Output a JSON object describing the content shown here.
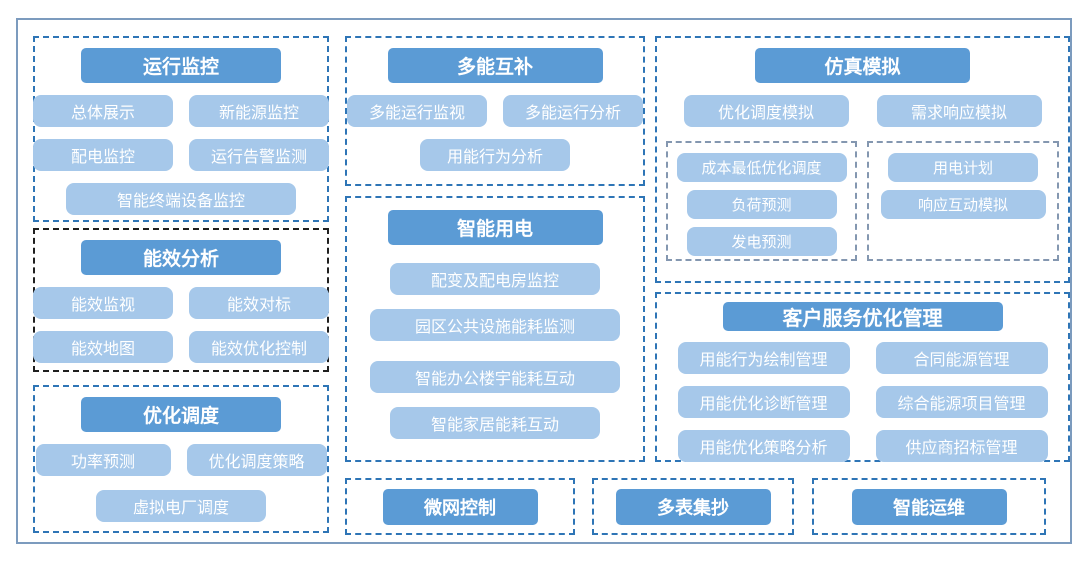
{
  "colors": {
    "header_bg": "#5b9bd5",
    "item_bg": "#a6c8ea",
    "group_border_blue": "#2e75b6",
    "group_border_black": "#1f1f1f",
    "subgroup_border": "#8497b0",
    "frame_border": "#7c9bbe",
    "button_text": "#ffffff"
  },
  "groups": {
    "op_monitor": {
      "title": "运行监控",
      "items": [
        "总体展示",
        "新能源监控",
        "配电监控",
        "运行告警监测",
        "智能终端设备监控"
      ]
    },
    "energy_eff": {
      "title": "能效分析",
      "items": [
        "能效监视",
        "能效对标",
        "能效地图",
        "能效优化控制"
      ]
    },
    "opt_dispatch": {
      "title": "优化调度",
      "items": [
        "功率预测",
        "优化调度策略",
        "虚拟电厂调度"
      ]
    },
    "multi_energy": {
      "title": "多能互补",
      "items": [
        "多能运行监视",
        "多能运行分析",
        "用能行为分析"
      ]
    },
    "smart_power": {
      "title": "智能用电",
      "items": [
        "配变及配电房监控",
        "园区公共设施能耗监测",
        "智能办公楼宇能耗互动",
        "智能家居能耗互动"
      ]
    },
    "simulation": {
      "title": "仿真模拟",
      "items": [
        "优化调度模拟",
        "需求响应模拟"
      ],
      "subgroup_left": [
        "成本最低优化调度",
        "负荷预测",
        "发电预测"
      ],
      "subgroup_right": [
        "用电计划",
        "响应互动模拟"
      ]
    },
    "customer_service": {
      "title": "客户服务优化管理",
      "items": [
        "用能行为绘制管理",
        "合同能源管理",
        "用能优化诊断管理",
        "综合能源项目管理",
        "用能优化策略分析",
        "供应商招标管理"
      ]
    },
    "microgrid": {
      "title": "微网控制"
    },
    "multi_meter": {
      "title": "多表集抄"
    },
    "smart_om": {
      "title": "智能运维"
    }
  }
}
